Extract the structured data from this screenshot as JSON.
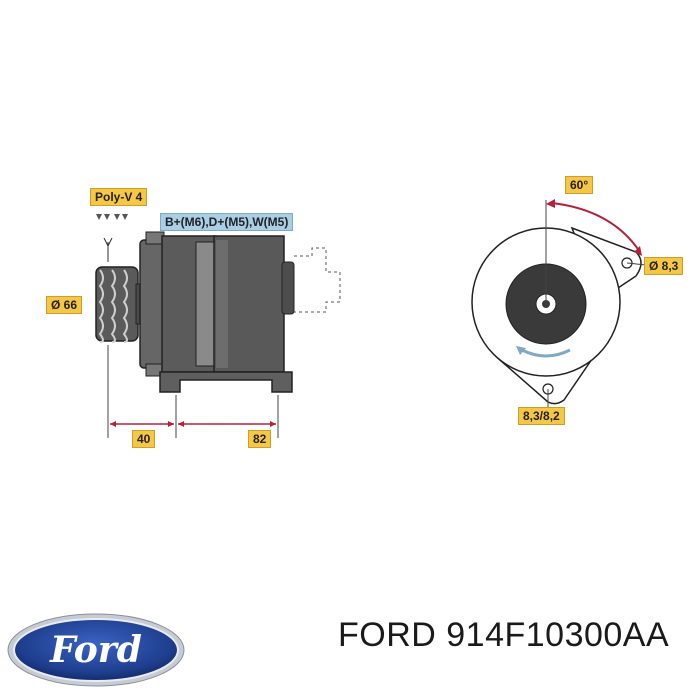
{
  "diagram": {
    "pulley_label": "Poly-V 4",
    "terminals_label": "B+(M6),D+(M5),W(M5)",
    "diameter_label": "Ø 66",
    "dim_left": "40",
    "dim_right": "82",
    "angle_label": "60°",
    "hole_label": "Ø 8,3",
    "bottom_hole_label": "8,3/8,2"
  },
  "logo": {
    "text": "Ford"
  },
  "part": {
    "brand_and_number": "FORD 914F10300AA"
  },
  "colors": {
    "label_yellow": "#f6c744",
    "label_blue": "#a9cfe6",
    "dimension_red": "#b5213a",
    "body_gray": "#555555",
    "logo_blue": "#1f3f8f"
  }
}
